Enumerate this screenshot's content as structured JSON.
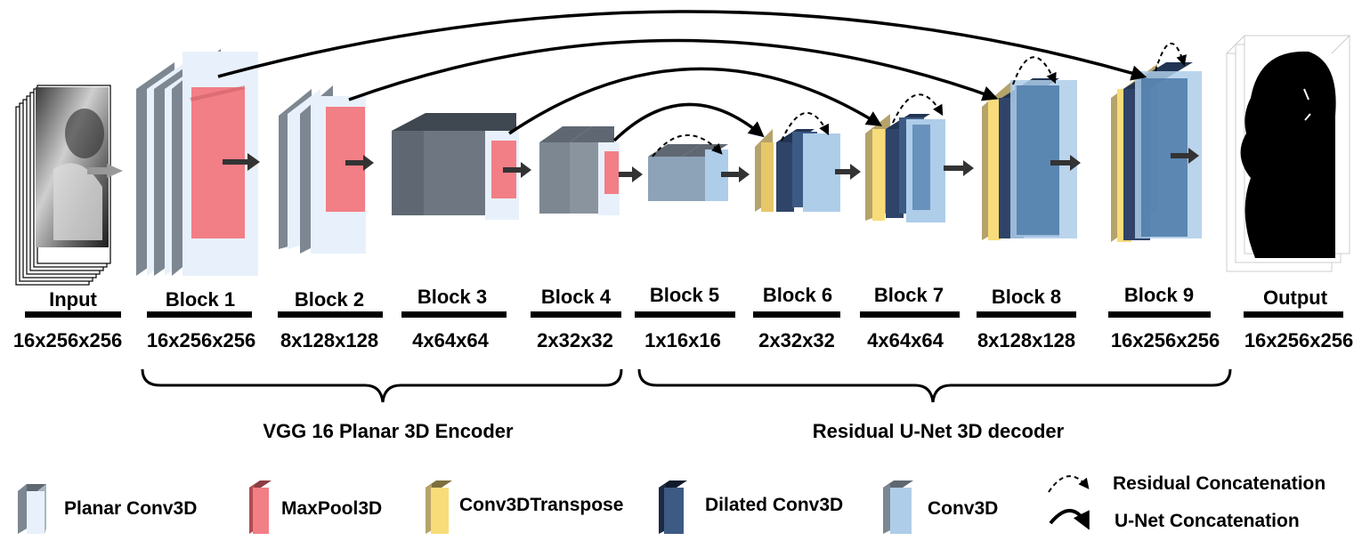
{
  "blocks": [
    {
      "name": "Input",
      "dim": "16x256x256"
    },
    {
      "name": "Block 1",
      "dim": "16x256x256"
    },
    {
      "name": "Block 2",
      "dim": "8x128x128"
    },
    {
      "name": "Block 3",
      "dim": "4x64x64"
    },
    {
      "name": "Block 4",
      "dim": "2x32x32"
    },
    {
      "name": "Block 5",
      "dim": "1x16x16"
    },
    {
      "name": "Block 6",
      "dim": "2x32x32"
    },
    {
      "name": "Block 7",
      "dim": "4x64x64"
    },
    {
      "name": "Block 8",
      "dim": "8x128x128"
    },
    {
      "name": "Block 9",
      "dim": "16x256x256"
    },
    {
      "name": "Output",
      "dim": "16x256x256"
    }
  ],
  "groups": {
    "encoder": "VGG 16 Planar 3D Encoder",
    "decoder": "Residual U-Net 3D decoder"
  },
  "legend": {
    "planar_conv3d": "Planar Conv3D",
    "maxpool3d": "MaxPool3D",
    "conv3d_transpose": "Conv3DTranspose",
    "dilated_conv3d": "Dilated Conv3D",
    "conv3d": "Conv3D",
    "residual_concat": "Residual Concatenation",
    "unet_concat": "U-Net Concatenation"
  },
  "colors": {
    "planar_front": "#e8f1fb",
    "planar_side": "#7d8791",
    "planar_top": "#5f6872",
    "maxpool": "#f27e86",
    "transpose": "#f8dc7a",
    "transpose_side": "#b5a36a",
    "dilated": "#2f4468",
    "conv3d": "#aecde9",
    "deep_blue": "#4a79a8"
  }
}
